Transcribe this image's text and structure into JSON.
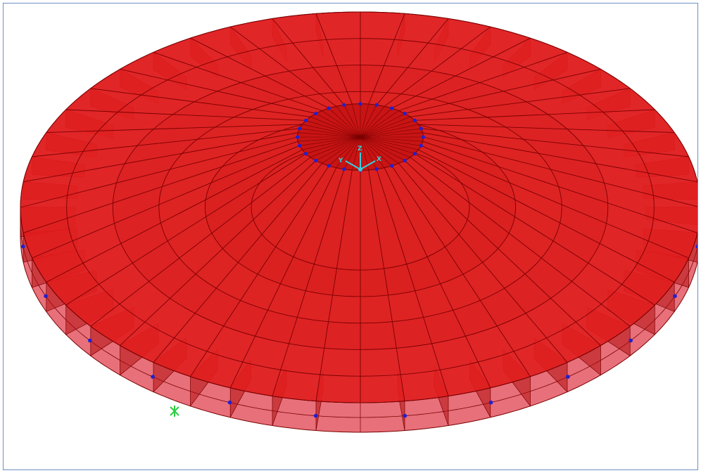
{
  "viewport": {
    "view": "3-D",
    "axis_labels": {
      "x": "X",
      "y": "Y",
      "z": "Z"
    },
    "colors": {
      "area_fill": "#e41a1c",
      "area_edge": "#7a0000",
      "joint": "#2020d0",
      "axis": "#33d1e0",
      "selected_joint": "#2ecc40",
      "frame": "#6d8fc2"
    },
    "model": {
      "type": "circular slab with radial and circumferential ribs",
      "radial_divisions": 48,
      "rings": 6,
      "support_joints_outer": 12,
      "joints_center_ring": 24
    }
  }
}
